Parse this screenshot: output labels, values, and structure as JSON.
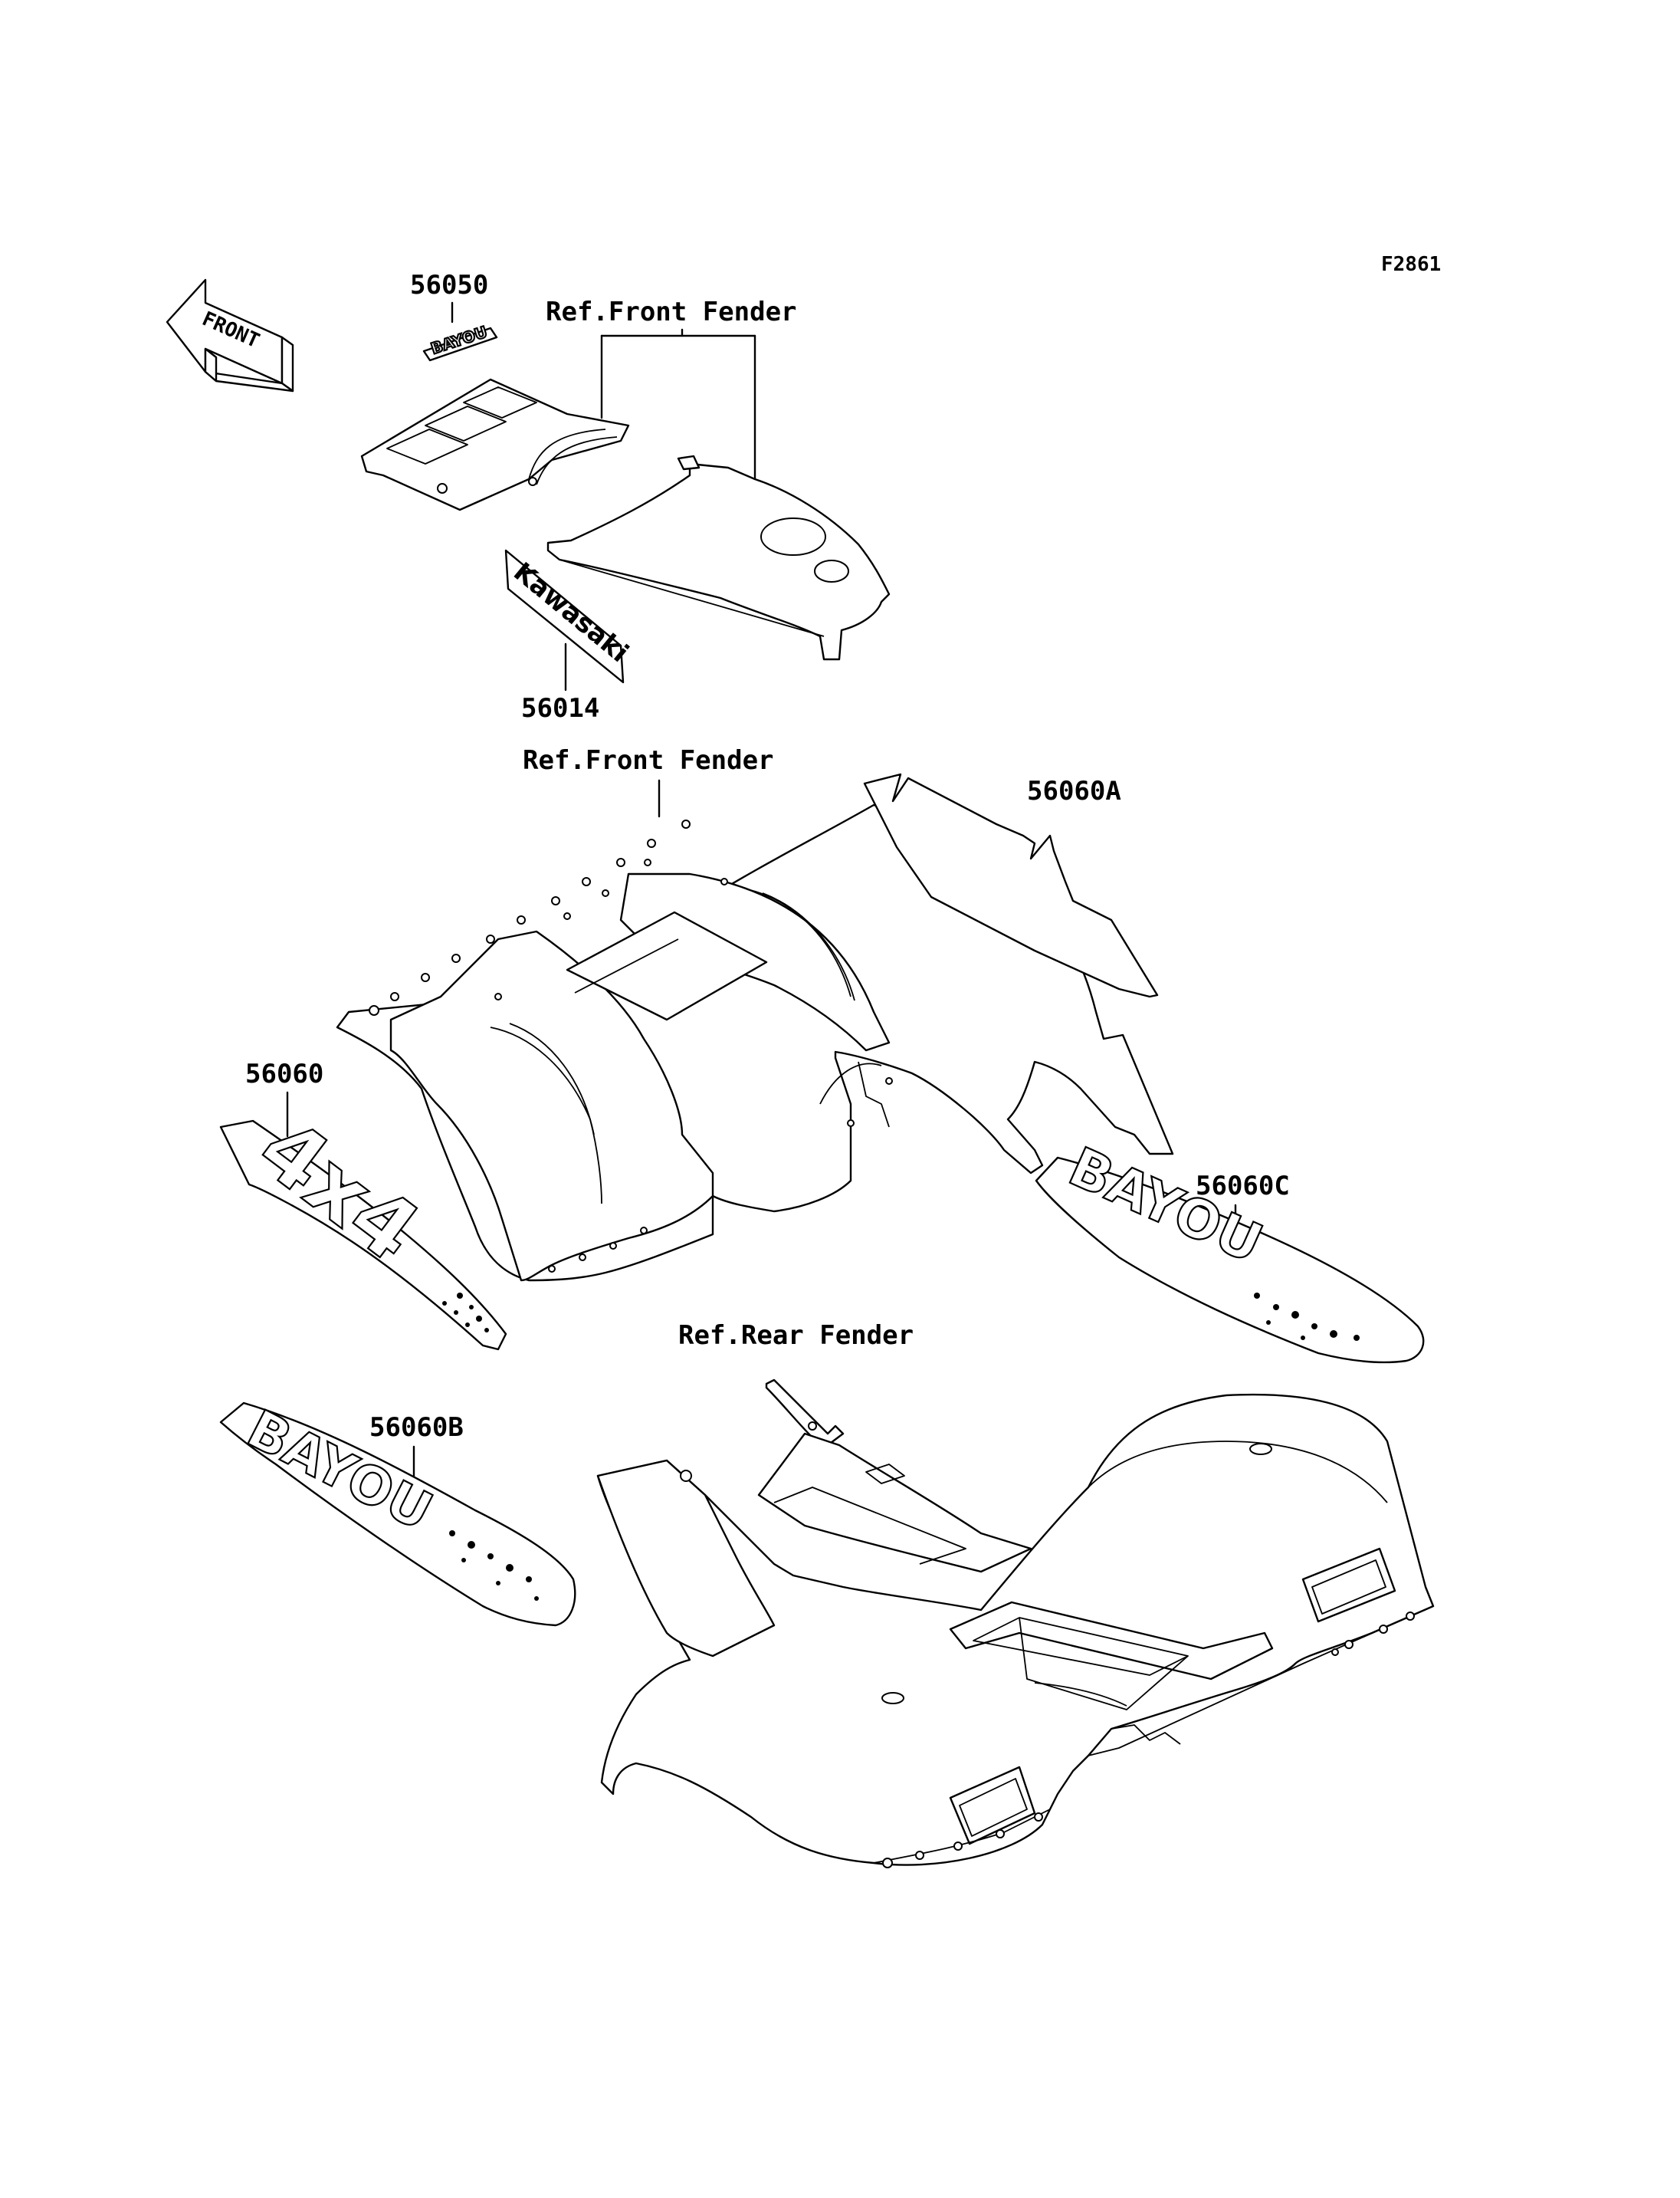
{
  "figure_code": "F2861",
  "direction_label": "FRONT",
  "references": {
    "front_fender_top": "Ref.Front Fender",
    "front_fender_mid": "Ref.Front Fender",
    "rear_fender": "Ref.Rear Fender"
  },
  "parts": {
    "p56050": "56050",
    "p56014": "56014",
    "p56060A": "56060A",
    "p56060": "56060",
    "p56060C": "56060C",
    "p56060B": "56060B"
  },
  "decal_text": {
    "bayou": "BAYOU",
    "kawasaki": "Kawasaki",
    "four_by_four": "4x4"
  }
}
